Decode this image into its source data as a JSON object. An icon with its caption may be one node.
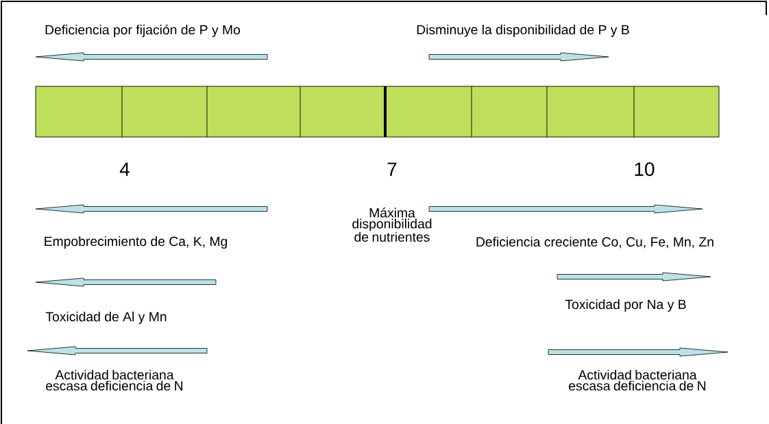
{
  "diagram": {
    "labels": [
      "Deficiencia por fijación de P y Mo",
      "Disminuye la disponibilidad de P y B",
      "4",
      "7",
      "10",
      "Máxima disponibilidad de nutrientes",
      "Empobrecimiento de Ca, K, Mg",
      "Deficiencia creciente Co, Cu, Fe, Mn, Zn",
      "Toxicidad de Al  y Mn",
      "Toxicidad por Na y B",
      "Actividad bacteriana escasa deficiencia de N",
      "Actividad bacteriana escasa deficiencia de N"
    ]
  }
}
